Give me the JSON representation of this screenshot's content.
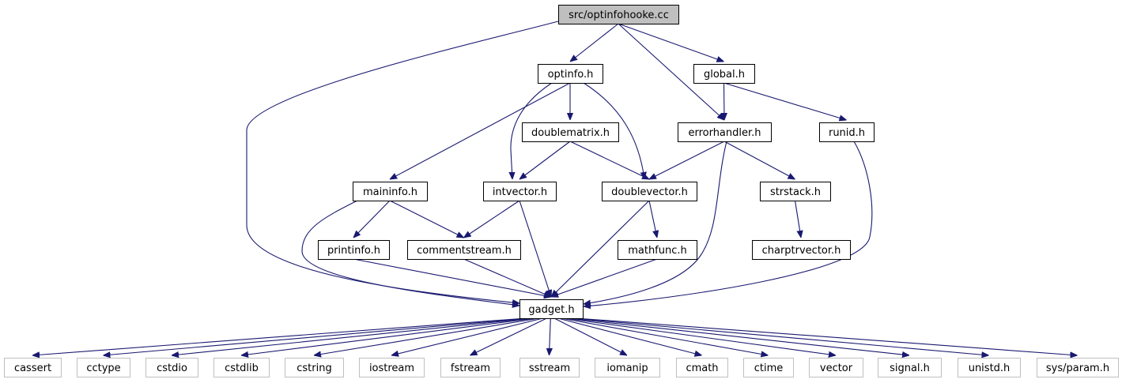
{
  "colors": {
    "edge": "#191970",
    "root_fill": "#bfbfbf",
    "node_border": "#000000",
    "system_border": "#bfbfbf",
    "background": "#ffffff"
  },
  "nodes": [
    {
      "id": "root",
      "label": "src/optinfohooke.cc",
      "kind": "root"
    },
    {
      "id": "optinfo",
      "label": "optinfo.h",
      "kind": "internal"
    },
    {
      "id": "global",
      "label": "global.h",
      "kind": "internal"
    },
    {
      "id": "doublematrix",
      "label": "doublematrix.h",
      "kind": "internal"
    },
    {
      "id": "errorhandler",
      "label": "errorhandler.h",
      "kind": "internal"
    },
    {
      "id": "runid",
      "label": "runid.h",
      "kind": "internal"
    },
    {
      "id": "maininfo",
      "label": "maininfo.h",
      "kind": "internal"
    },
    {
      "id": "intvector",
      "label": "intvector.h",
      "kind": "internal"
    },
    {
      "id": "doublevector",
      "label": "doublevector.h",
      "kind": "internal"
    },
    {
      "id": "strstack",
      "label": "strstack.h",
      "kind": "internal"
    },
    {
      "id": "printinfo",
      "label": "printinfo.h",
      "kind": "internal"
    },
    {
      "id": "commentstream",
      "label": "commentstream.h",
      "kind": "internal"
    },
    {
      "id": "mathfunc",
      "label": "mathfunc.h",
      "kind": "internal"
    },
    {
      "id": "charptrvector",
      "label": "charptrvector.h",
      "kind": "internal"
    },
    {
      "id": "gadget",
      "label": "gadget.h",
      "kind": "internal"
    },
    {
      "id": "cassert",
      "label": "cassert",
      "kind": "system"
    },
    {
      "id": "cctype",
      "label": "cctype",
      "kind": "system"
    },
    {
      "id": "cstdio",
      "label": "cstdio",
      "kind": "system"
    },
    {
      "id": "cstdlib",
      "label": "cstdlib",
      "kind": "system"
    },
    {
      "id": "cstring",
      "label": "cstring",
      "kind": "system"
    },
    {
      "id": "iostream",
      "label": "iostream",
      "kind": "system"
    },
    {
      "id": "fstream",
      "label": "fstream",
      "kind": "system"
    },
    {
      "id": "sstream",
      "label": "sstream",
      "kind": "system"
    },
    {
      "id": "iomanip",
      "label": "iomanip",
      "kind": "system"
    },
    {
      "id": "cmath",
      "label": "cmath",
      "kind": "system"
    },
    {
      "id": "ctime",
      "label": "ctime",
      "kind": "system"
    },
    {
      "id": "vector",
      "label": "vector",
      "kind": "system"
    },
    {
      "id": "signal",
      "label": "signal.h",
      "kind": "system"
    },
    {
      "id": "unistd",
      "label": "unistd.h",
      "kind": "system"
    },
    {
      "id": "sysparam",
      "label": "sys/param.h",
      "kind": "system"
    }
  ],
  "edges": [
    [
      "root",
      "optinfo"
    ],
    [
      "root",
      "global"
    ],
    [
      "root",
      "errorhandler"
    ],
    [
      "root",
      "gadget"
    ],
    [
      "optinfo",
      "doublematrix"
    ],
    [
      "optinfo",
      "maininfo"
    ],
    [
      "optinfo",
      "intvector"
    ],
    [
      "optinfo",
      "doublevector"
    ],
    [
      "global",
      "errorhandler"
    ],
    [
      "global",
      "runid"
    ],
    [
      "doublematrix",
      "intvector"
    ],
    [
      "doublematrix",
      "doublevector"
    ],
    [
      "errorhandler",
      "doublevector"
    ],
    [
      "errorhandler",
      "strstack"
    ],
    [
      "errorhandler",
      "gadget"
    ],
    [
      "runid",
      "gadget"
    ],
    [
      "maininfo",
      "printinfo"
    ],
    [
      "maininfo",
      "commentstream"
    ],
    [
      "maininfo",
      "gadget"
    ],
    [
      "intvector",
      "commentstream"
    ],
    [
      "intvector",
      "gadget"
    ],
    [
      "doublevector",
      "mathfunc"
    ],
    [
      "doublevector",
      "gadget"
    ],
    [
      "strstack",
      "charptrvector"
    ],
    [
      "printinfo",
      "gadget"
    ],
    [
      "commentstream",
      "gadget"
    ],
    [
      "mathfunc",
      "gadget"
    ],
    [
      "gadget",
      "cassert"
    ],
    [
      "gadget",
      "cctype"
    ],
    [
      "gadget",
      "cstdio"
    ],
    [
      "gadget",
      "cstdlib"
    ],
    [
      "gadget",
      "cstring"
    ],
    [
      "gadget",
      "iostream"
    ],
    [
      "gadget",
      "fstream"
    ],
    [
      "gadget",
      "sstream"
    ],
    [
      "gadget",
      "iomanip"
    ],
    [
      "gadget",
      "cmath"
    ],
    [
      "gadget",
      "ctime"
    ],
    [
      "gadget",
      "vector"
    ],
    [
      "gadget",
      "signal"
    ],
    [
      "gadget",
      "unistd"
    ],
    [
      "gadget",
      "sysparam"
    ]
  ]
}
